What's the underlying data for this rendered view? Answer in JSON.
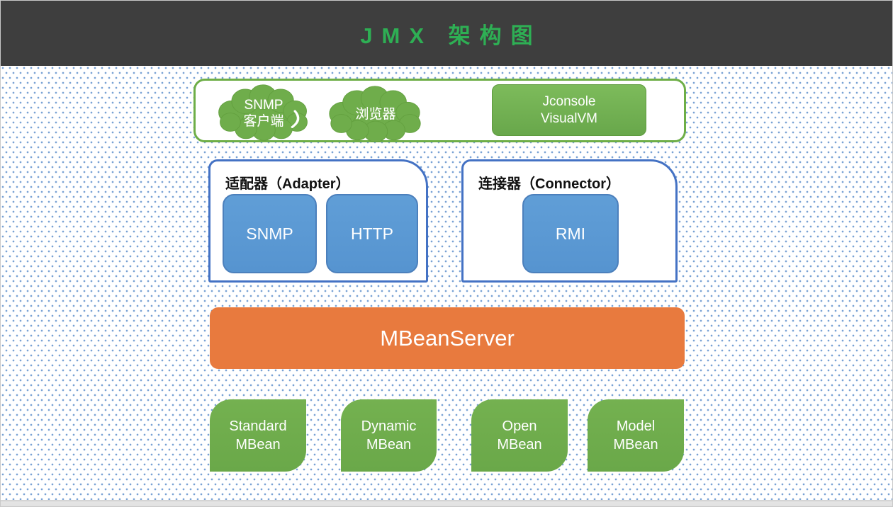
{
  "header": {
    "title": "JMX 架构图",
    "bg_color": "#3e3e3e",
    "title_color": "#2eaf54"
  },
  "clients_panel": {
    "clouds": [
      {
        "line1": "SNMP",
        "line2": "客户端"
      },
      {
        "line1": "浏览器"
      }
    ],
    "console_box": {
      "line1": "Jconsole",
      "line2": "VisualVM"
    }
  },
  "adapter_panel": {
    "title": "适配器（Adapter）",
    "items": [
      "SNMP",
      "HTTP"
    ]
  },
  "connector_panel": {
    "title": "连接器（Connector）",
    "items": [
      "RMI"
    ]
  },
  "mbean_server": {
    "label": "MBeanServer",
    "color": "#e87a3e"
  },
  "mbeans": [
    {
      "line1": "Standard",
      "line2": "MBean"
    },
    {
      "line1": "Dynamic",
      "line2": "MBean"
    },
    {
      "line1": "Open",
      "line2": "MBean"
    },
    {
      "line1": "Model",
      "line2": "MBean"
    }
  ],
  "colors": {
    "green": "#6fad4b",
    "blue_box": "#5b9bd5",
    "panel_border_blue": "#4472c4",
    "panel_border_green": "#6eae47",
    "dot": "#79a2d4",
    "bottom_strip": "#e2e2e2"
  }
}
